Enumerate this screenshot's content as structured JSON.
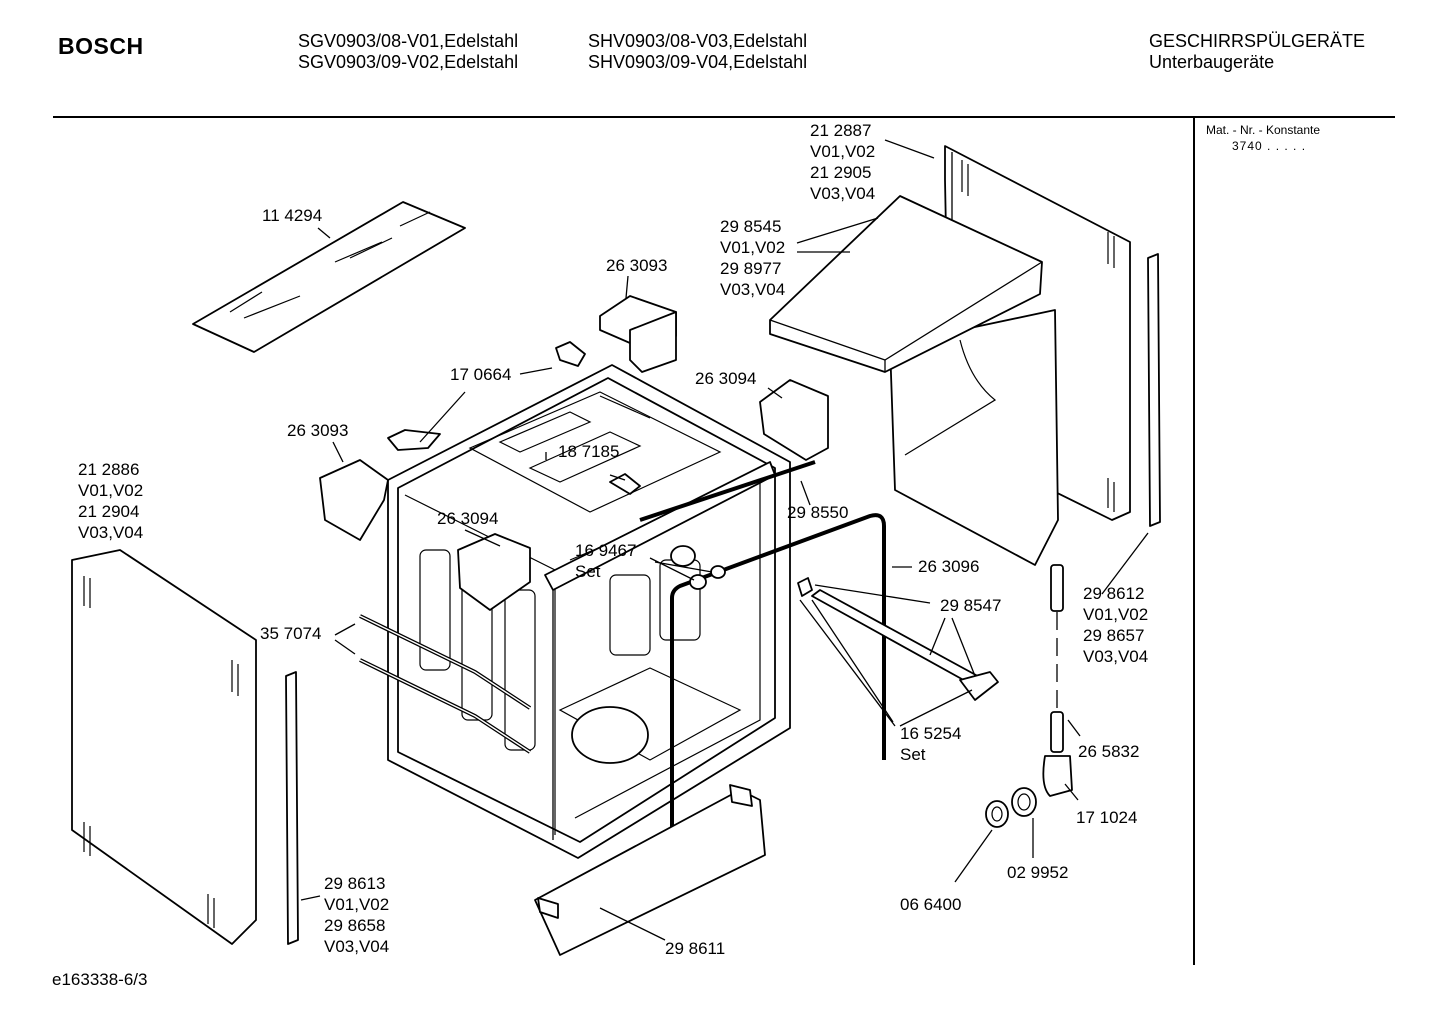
{
  "header": {
    "brand": "BOSCH",
    "models": [
      "SGV0903/08-V01,Edelstahl",
      "SGV0903/09-V02,Edelstahl",
      "SHV0903/08-V03,Edelstahl",
      "SHV0903/09-V04,Edelstahl"
    ],
    "category": "GESCHIRRSPÜLGERÄTE",
    "subcategory": "Unterbaugeräte"
  },
  "constants": {
    "title": "Mat. - Nr. - Konstante",
    "value": "3740 .  .  .  .  ."
  },
  "parts": {
    "p212887": "21 2887",
    "p212887_v": "V01,V02",
    "p212905": "21 2905",
    "p212905_v": "V03,V04",
    "p114294": "11 4294",
    "p298545": "29 8545",
    "p298545_v": "V01,V02",
    "p298977": "29 8977",
    "p298977_v": "V03,V04",
    "p263093a": "26 3093",
    "p170664": "17 0664",
    "p263094a": "26 3094",
    "p263093b": "26 3093",
    "p212886": "21 2886",
    "p212886_v": "V01,V02",
    "p212904": "21 2904",
    "p212904_v": "V03,V04",
    "p187185": "18 7185",
    "p298550": "29 8550",
    "p263094b": "26 3094",
    "p169467": "16 9467",
    "p169467_set": "Set",
    "p263096": "26 3096",
    "p298547": "29 8547",
    "p298612": "29 8612",
    "p298612_v": "V01,V02",
    "p298657": "29 8657",
    "p298657_v": "V03,V04",
    "p357074": "35 7074",
    "p165254": "16 5254",
    "p165254_set": "Set",
    "p265832": "26 5832",
    "p171024": "17 1024",
    "p029952": "02 9952",
    "p066400": "06 6400",
    "p298613": "29 8613",
    "p298613_v": "V01,V02",
    "p298658": "29 8658",
    "p298658_v": "V03,V04",
    "p298611": "29 8611"
  },
  "footer": "e163338-6/3"
}
